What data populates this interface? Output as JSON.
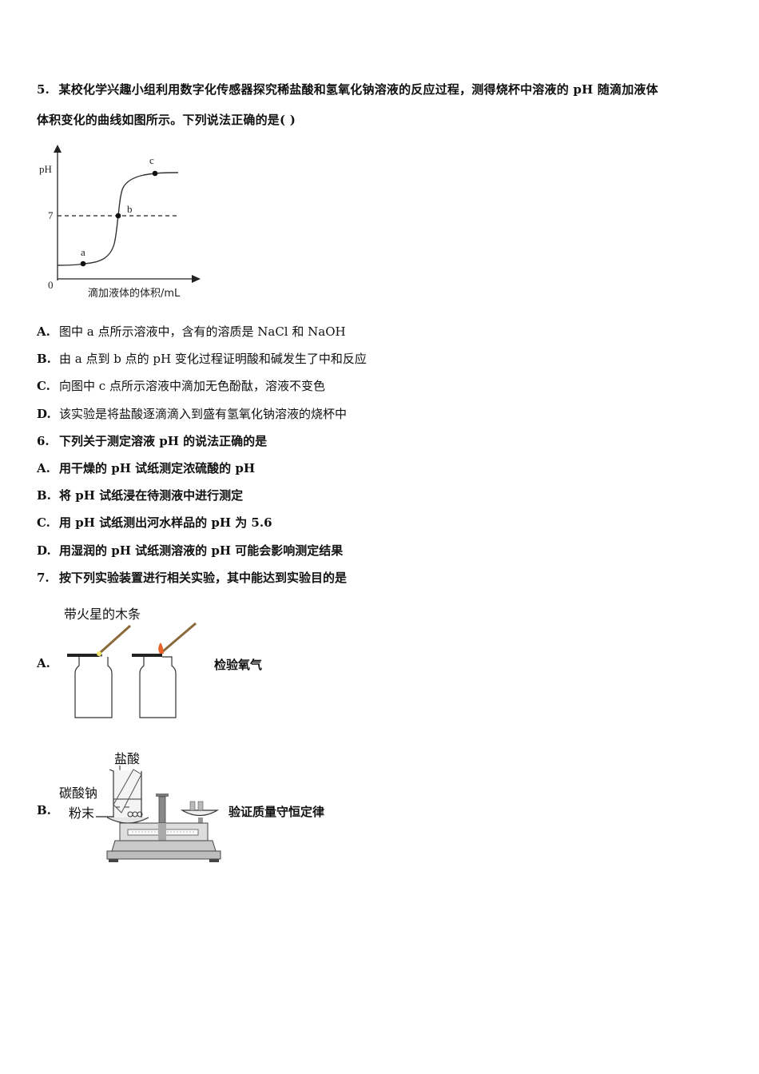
{
  "question5": {
    "number": "5.",
    "stem_line1": "某校化学兴趣小组利用数字化传感器探究稀盐酸和氢氧化钠溶液的反应过程，测得烧杯中溶液的 pH 随滴加液体",
    "stem_line2": "体积变化的曲线如图所示。下列说法正确的是(      )",
    "options": [
      {
        "letter": "A.",
        "text": "图中 a 点所示溶液中，含有的溶质是 NaCl 和 NaOH"
      },
      {
        "letter": "B.",
        "text": "由 a 点到 b 点的 pH 变化过程证明酸和碱发生了中和反应"
      },
      {
        "letter": "C.",
        "text": "向图中 c 点所示溶液中滴加无色酚酞，溶液不变色"
      },
      {
        "letter": "D.",
        "text": "该实验是将盐酸逐滴滴入到盛有氢氧化钠溶液的烧杯中"
      }
    ]
  },
  "question6": {
    "number": "6.",
    "stem": "下列关于测定溶液 pH 的说法正确的是",
    "options": [
      {
        "letter": "A.",
        "text": "用干燥的 pH 试纸测定浓硫酸的 pH"
      },
      {
        "letter": "B.",
        "text": "将 pH 试纸浸在待测液中进行测定"
      },
      {
        "letter": "C.",
        "text": "用 pH 试纸测出河水样品的 pH 为 5.6"
      },
      {
        "letter": "D.",
        "text": "用湿润的 pH 试纸测溶液的 pH 可能会影响测定结果"
      }
    ]
  },
  "question7": {
    "number": "7.",
    "stem": "按下列实验装置进行相关实验，其中能达到实验目的是",
    "options": [
      {
        "letter": "A.",
        "figure_label": "带火星的木条",
        "purpose": "检验氧气"
      },
      {
        "letter": "B.",
        "figure_labels": [
          "盐酸",
          "碳酸钠",
          "粉末"
        ],
        "purpose": "验证质量守恒定律"
      }
    ]
  },
  "chart_data": {
    "type": "line",
    "title": "",
    "xlabel": "滴加液体的体积/mL",
    "ylabel": "pH",
    "origin_label": "0",
    "reference_lines": [
      {
        "axis": "y",
        "value": 7,
        "label": "7",
        "style": "dashed"
      }
    ],
    "points": [
      {
        "label": "a",
        "x": 0.18,
        "y": 1.5,
        "note": "acidic region, before equivalence"
      },
      {
        "label": "b",
        "x": 0.43,
        "y": 7,
        "note": "equivalence point"
      },
      {
        "label": "c",
        "x": 0.68,
        "y": 12,
        "note": "basic region, after equivalence"
      }
    ],
    "curve": {
      "x": [
        0,
        0.1,
        0.18,
        0.3,
        0.38,
        0.42,
        0.43,
        0.44,
        0.48,
        0.56,
        0.68,
        0.85
      ],
      "y": [
        1.3,
        1.35,
        1.5,
        2.5,
        4.5,
        6.5,
        7,
        7.5,
        10,
        11.5,
        12,
        12.1
      ]
    },
    "ylim": [
      0,
      14
    ],
    "grid": false,
    "legend": null
  }
}
